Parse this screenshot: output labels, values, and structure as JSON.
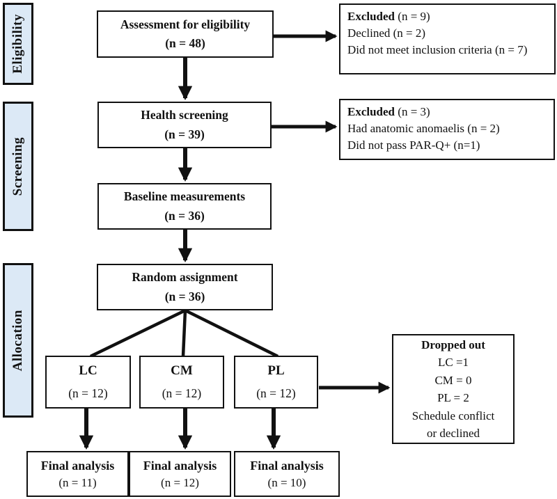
{
  "diagram": {
    "stages": [
      {
        "label": "Eligibility"
      },
      {
        "label": "Screening"
      },
      {
        "label": "Allocation"
      }
    ],
    "flow_boxes": [
      {
        "title": "Assessment for eligibility",
        "n": "(n = 48)"
      },
      {
        "title": "Health screening",
        "n": "(n = 39)"
      },
      {
        "title": "Baseline measurements",
        "n": "(n = 36)"
      },
      {
        "title": "Random assignment",
        "n": "(n = 36)"
      }
    ],
    "side_boxes": [
      {
        "title": "Excluded",
        "title_suffix": " (n = 9)",
        "lines": [
          "Declined (n = 2)",
          "Did not meet inclusion criteria (n = 7)"
        ]
      },
      {
        "title": "Excluded",
        "title_suffix": " (n = 3)",
        "lines": [
          "Had anatomic anomaelis (n = 2)",
          "Did not pass PAR-Q+ (n=1)"
        ]
      }
    ],
    "groups": [
      {
        "title": "LC",
        "n": "(n = 12)"
      },
      {
        "title": "CM",
        "n": "(n = 12)"
      },
      {
        "title": "PL",
        "n": "(n = 12)"
      }
    ],
    "dropout": {
      "title": "Dropped out",
      "lines": [
        "LC =1",
        "CM = 0",
        "PL = 2",
        "Schedule conflict",
        "or declined"
      ]
    },
    "final_boxes": [
      {
        "title": "Final analysis",
        "n": "(n = 11)"
      },
      {
        "title": "Final analysis",
        "n": "(n = 12)"
      },
      {
        "title": "Final analysis",
        "n": "(n = 10)"
      }
    ],
    "colors": {
      "stage_fill": "#dce9f6",
      "border": "#111111",
      "background": "#ffffff"
    }
  }
}
